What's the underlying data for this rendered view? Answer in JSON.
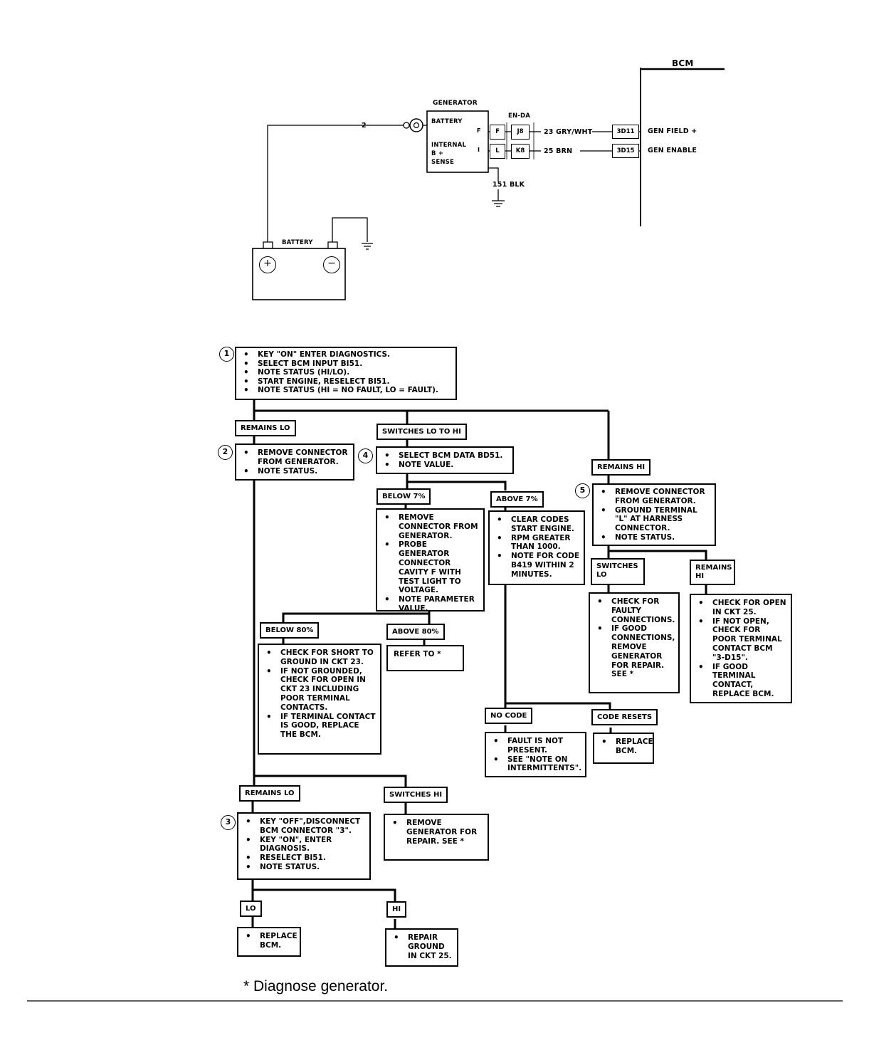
{
  "wiring": {
    "bcm_title": "BCM",
    "generator": {
      "title": "GENERATOR",
      "battery_term": "BATTERY",
      "internal_sense": "INTERNAL\nB +\nSENSE",
      "pin_f": "F",
      "pin_i": "I"
    },
    "connector_title": "EN-DA",
    "pins": [
      "F",
      "L",
      "J8",
      "K8"
    ],
    "wire_battery": "2",
    "wire_field": "23 GRY/WHT",
    "wire_enable": "25 BRN",
    "ground_wire": "151 BLK",
    "bcm_pins": [
      "3D11",
      "3D15"
    ],
    "bcm_field": "GEN FIELD +",
    "bcm_enable": "GEN ENABLE",
    "battery": {
      "title": "BATTERY",
      "plus": "+",
      "minus": "−"
    }
  },
  "flowchart": {
    "step1": {
      "num": "1",
      "items": [
        "KEY \"ON\" ENTER DIAGNOSTICS.",
        "SELECT BCM INPUT BI51.",
        "NOTE STATUS (HI/LO).",
        "START ENGINE, RESELECT BI51.",
        "NOTE STATUS (HI = NO FAULT, LO = FAULT)."
      ]
    },
    "remains_lo_1": "REMAINS LO",
    "switches_lo_to_hi": "SWITCHES LO TO HI",
    "remains_hi_1": "REMAINS HI",
    "step2": {
      "num": "2",
      "items": [
        "REMOVE CONNECTOR FROM GENERATOR.",
        "NOTE STATUS."
      ]
    },
    "step4": {
      "num": "4",
      "items": [
        "SELECT BCM DATA BD51.",
        "NOTE VALUE."
      ]
    },
    "below_7": "BELOW 7%",
    "above_7": "ABOVE 7%",
    "below_7_box": {
      "items": [
        "REMOVE CONNECTOR FROM GENERATOR.",
        "PROBE GENERATOR CONNECTOR CAVITY F WITH TEST LIGHT TO VOLTAGE.",
        "NOTE PARAMETER VALUE."
      ]
    },
    "above_7_box": {
      "items": [
        "CLEAR CODES START ENGINE.",
        "RPM GREATER THAN 1000.",
        "NOTE FOR CODE B419 WITHIN 2 MINUTES."
      ]
    },
    "step5": {
      "num": "5",
      "items": [
        "REMOVE CONNECTOR FROM GENERATOR.",
        "GROUND TERMINAL \"L\" AT HARNESS CONNECTOR.",
        "NOTE STATUS."
      ]
    },
    "switches_lo_5": "SWITCHES LO",
    "remains_hi_5": "REMAINS HI",
    "switches_lo_5_box": {
      "items": [
        "CHECK FOR FAULTY CONNECTIONS.",
        "IF GOOD CONNECTIONS, REMOVE GENERATOR FOR REPAIR. SEE *"
      ]
    },
    "remains_hi_5_box": {
      "items": [
        "CHECK FOR OPEN IN CKT 25.",
        "IF NOT OPEN, CHECK FOR POOR TERMINAL CONTACT BCM \"3-D15\".",
        "IF GOOD TERMINAL CONTACT, REPLACE BCM."
      ]
    },
    "below_80": "BELOW 80%",
    "above_80": "ABOVE 80%",
    "below_80_box": {
      "items": [
        "CHECK FOR SHORT TO GROUND IN CKT 23.",
        "IF NOT GROUNDED, CHECK FOR OPEN IN CKT 23 INCLUDING POOR TERMINAL CONTACTS.",
        "IF TERMINAL CONTACT IS GOOD, REPLACE THE BCM."
      ]
    },
    "above_80_box": "REFER TO *",
    "no_code": "NO CODE",
    "code_resets": "CODE RESETS",
    "no_code_box": {
      "items": [
        "FAULT IS NOT PRESENT.",
        "SEE \"NOTE ON INTERMITTENTS\"."
      ]
    },
    "code_resets_box": {
      "items": [
        "REPLACE BCM."
      ]
    },
    "remains_lo_2": "REMAINS LO",
    "switches_hi_2": "SWITCHES HI",
    "step3": {
      "num": "3",
      "items": [
        "KEY \"OFF\",DISCONNECT BCM CONNECTOR \"3\".",
        "KEY \"ON\", ENTER DIAGNOSIS.",
        "RESELECT BI51.",
        "NOTE STATUS."
      ]
    },
    "switches_hi_2_box": {
      "items": [
        "REMOVE GENERATOR FOR REPAIR. SEE *"
      ]
    },
    "lo": "LO",
    "hi": "HI",
    "lo_box": {
      "items": [
        "REPLACE BCM."
      ]
    },
    "hi_box": {
      "items": [
        "REPAIR GROUND IN CKT 25."
      ]
    }
  },
  "footnote": "*  Diagnose generator."
}
